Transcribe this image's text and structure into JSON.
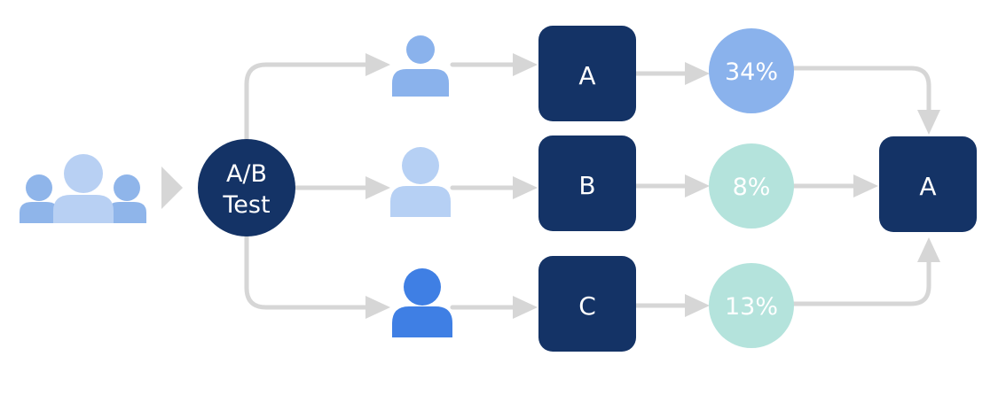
{
  "diagram": {
    "split_node": {
      "label_line1": "A/B",
      "label_line2": "Test"
    },
    "variants": [
      {
        "label": "A",
        "rate": "34%"
      },
      {
        "label": "B",
        "rate": "8%"
      },
      {
        "label": "C",
        "rate": "13%"
      }
    ],
    "winner": {
      "label": "A"
    },
    "icons": {
      "audience": "user-group-icon",
      "user": "user-icon"
    },
    "colors": {
      "dark_navy": "#143366",
      "connector_gray": "#d6d6d6",
      "group_blue": "#8fb5ea",
      "group_blue_light": "#b8d0f3",
      "user_a": "#8ab2ec",
      "user_b": "#b6d0f4",
      "user_c": "#3f7fe4",
      "rate_a": "#8ab2ec",
      "rate_b_c": "#b4e3dc"
    }
  }
}
